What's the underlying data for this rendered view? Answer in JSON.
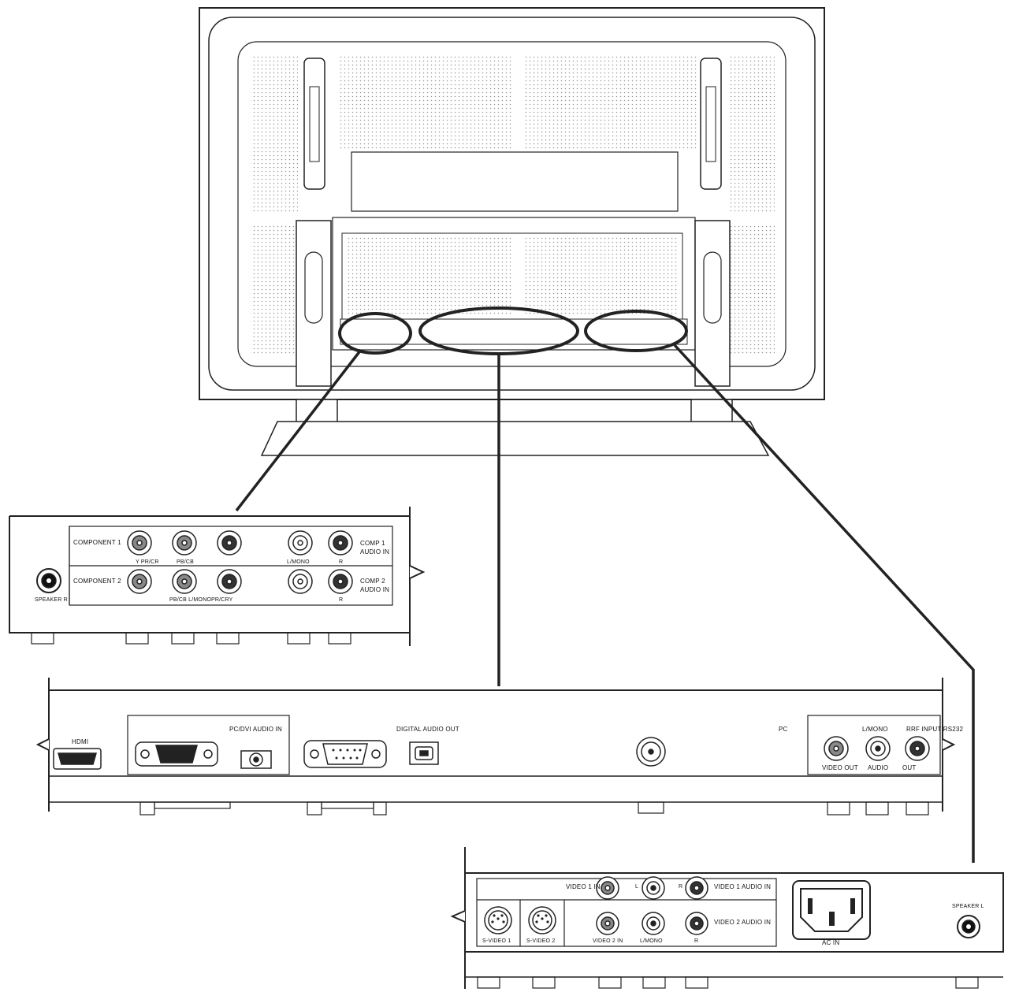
{
  "panel_a": {
    "component1": "COMPONENT 1",
    "component2": "COMPONENT 2",
    "y_pr_cr": "Y PR/CR",
    "pb_cb_1": "PB/CB",
    "l_mono_1": "L/MONO",
    "r_1": "R",
    "comp1_audio": "COMP 1",
    "audio_in_1": "AUDIO IN",
    "comp2_audio": "COMP 2",
    "audio_in_2": "AUDIO IN",
    "row2_labels": "PB/CB L/MONOPR/CRY",
    "r_2": "R",
    "speaker_r": "SPEAKER R"
  },
  "panel_b": {
    "hdmi": "HDMI",
    "pc_dvi_audio_in": "PC/DVI AUDIO IN",
    "digital_audio_out": "DIGITAL AUDIO OUT",
    "pc": "PC",
    "l_mono": "L/MONO",
    "rf_input_rs232": "RRF INPUT RS232",
    "video_out": "VIDEO OUT",
    "audio": "AUDIO",
    "out": "OUT"
  },
  "panel_c": {
    "video1_in": "VIDEO 1 IN",
    "l": "L",
    "r_top": "R",
    "video1_audio_in": "VIDEO 1 AUDIO IN",
    "video2_audio_in": "VIDEO 2 AUDIO IN",
    "svideo1": "S-VIDEO 1",
    "svideo2": "S-VIDEO 2",
    "video2_in": "VIDEO 2 IN",
    "l_mono": "L/MONO",
    "r_bottom": "R",
    "ac_in": "AC IN",
    "speaker_l": "SPEAKER L"
  }
}
